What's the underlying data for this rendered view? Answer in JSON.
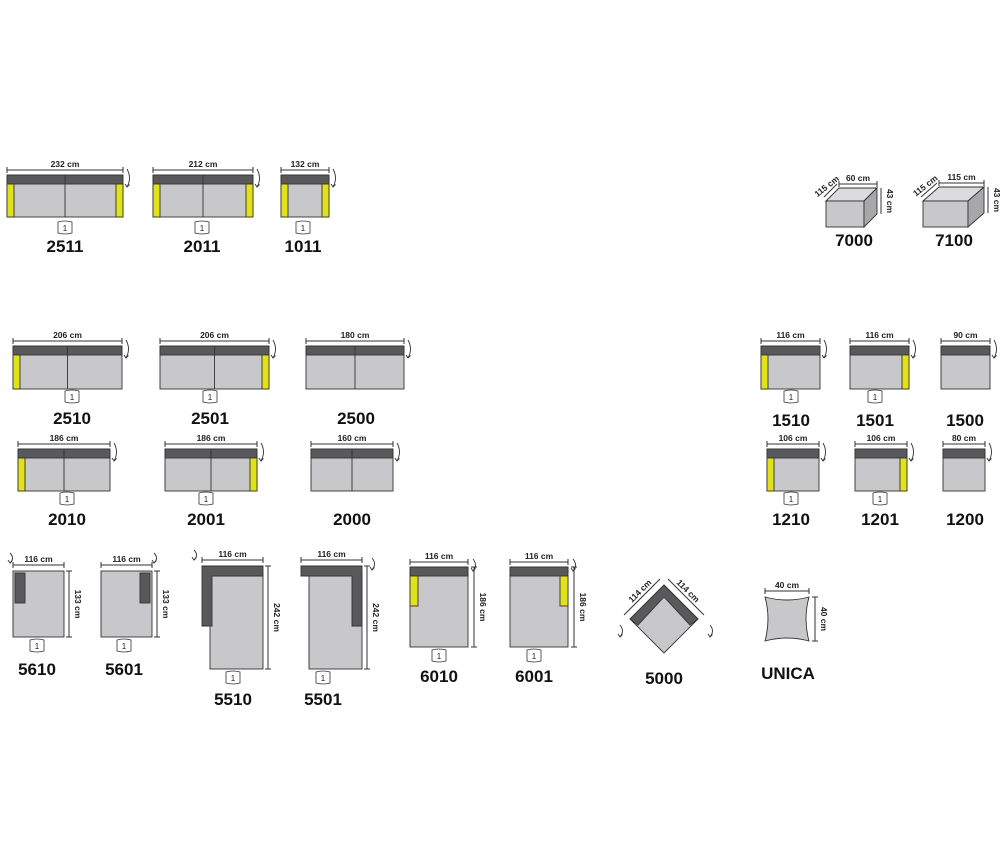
{
  "colors": {
    "seat": "#c8c8cb",
    "back": "#59595b",
    "arm": "#e2e21a",
    "outline": "#333333",
    "dimension_line": "#333333"
  },
  "modules": [
    {
      "id": "m2511",
      "code": "2511",
      "kind": "sofa",
      "width_label": "232 cm",
      "arms": "both",
      "seats": 2,
      "count_label": "1"
    },
    {
      "id": "m2011",
      "code": "2011",
      "kind": "sofa",
      "width_label": "212 cm",
      "arms": "both",
      "seats": 2,
      "count_label": "1"
    },
    {
      "id": "m1011",
      "code": "1011",
      "kind": "sofa",
      "width_label": "132 cm",
      "arms": "both",
      "seats": 1,
      "count_label": "1"
    },
    {
      "id": "m7000",
      "code": "7000",
      "kind": "box",
      "depth_label": "115 cm",
      "width_label": "60 cm",
      "height_label": "43 cm"
    },
    {
      "id": "m7100",
      "code": "7100",
      "kind": "box",
      "depth_label": "115 cm",
      "width_label": "115 cm",
      "height_label": "43 cm"
    },
    {
      "id": "m2510",
      "code": "2510",
      "kind": "sofa",
      "width_label": "206 cm",
      "arms": "left",
      "seats": 2,
      "count_label": "1"
    },
    {
      "id": "m2501",
      "code": "2501",
      "kind": "sofa",
      "width_label": "206 cm",
      "arms": "right",
      "seats": 2,
      "count_label": "1"
    },
    {
      "id": "m2500",
      "code": "2500",
      "kind": "sofa",
      "width_label": "180 cm",
      "arms": "none",
      "seats": 2
    },
    {
      "id": "m1510",
      "code": "1510",
      "kind": "sofa",
      "width_label": "116 cm",
      "arms": "left",
      "seats": 1,
      "count_label": "1"
    },
    {
      "id": "m1501",
      "code": "1501",
      "kind": "sofa",
      "width_label": "116 cm",
      "arms": "right",
      "seats": 1,
      "count_label": "1"
    },
    {
      "id": "m1500",
      "code": "1500",
      "kind": "sofa",
      "width_label": "90 cm",
      "arms": "none",
      "seats": 1
    },
    {
      "id": "m2010",
      "code": "2010",
      "kind": "sofa",
      "width_label": "186 cm",
      "arms": "left",
      "seats": 2,
      "count_label": "1"
    },
    {
      "id": "m2001",
      "code": "2001",
      "kind": "sofa",
      "width_label": "186 cm",
      "arms": "right",
      "seats": 2,
      "count_label": "1"
    },
    {
      "id": "m2000",
      "code": "2000",
      "kind": "sofa",
      "width_label": "160 cm",
      "arms": "none",
      "seats": 2
    },
    {
      "id": "m1210",
      "code": "1210",
      "kind": "sofa",
      "width_label": "106 cm",
      "arms": "left",
      "seats": 1,
      "count_label": "1"
    },
    {
      "id": "m1201",
      "code": "1201",
      "kind": "sofa",
      "width_label": "106 cm",
      "arms": "right",
      "seats": 1,
      "count_label": "1"
    },
    {
      "id": "m1200",
      "code": "1200",
      "kind": "sofa",
      "width_label": "80 cm",
      "arms": "none",
      "seats": 1
    },
    {
      "id": "m5610",
      "code": "5610",
      "kind": "chaise",
      "width_label": "116 cm",
      "depth_label": "133 cm",
      "side": "left",
      "count_label": "1"
    },
    {
      "id": "m5601",
      "code": "5601",
      "kind": "chaise",
      "width_label": "116 cm",
      "depth_label": "133 cm",
      "side": "right",
      "count_label": "1"
    },
    {
      "id": "m5510",
      "code": "5510",
      "kind": "corner-chaise",
      "width_label": "116 cm",
      "depth_label": "242 cm",
      "side": "left",
      "count_label": "1"
    },
    {
      "id": "m5501",
      "code": "5501",
      "kind": "corner-chaise",
      "width_label": "116 cm",
      "depth_label": "242 cm",
      "side": "right",
      "count_label": "1"
    },
    {
      "id": "m6010",
      "code": "6010",
      "kind": "long",
      "width_label": "116 cm",
      "depth_label": "186 cm",
      "arms": "left",
      "count_label": "1"
    },
    {
      "id": "m6001",
      "code": "6001",
      "kind": "long",
      "width_label": "116 cm",
      "depth_label": "186 cm",
      "arms": "right",
      "count_label": "1"
    },
    {
      "id": "m5000",
      "code": "5000",
      "kind": "corner",
      "width_label": "114 cm",
      "depth_label": "114 cm"
    },
    {
      "id": "munica",
      "code": "UNICA",
      "kind": "cushion",
      "width_label": "40 cm",
      "depth_label": "40 cm"
    }
  ]
}
